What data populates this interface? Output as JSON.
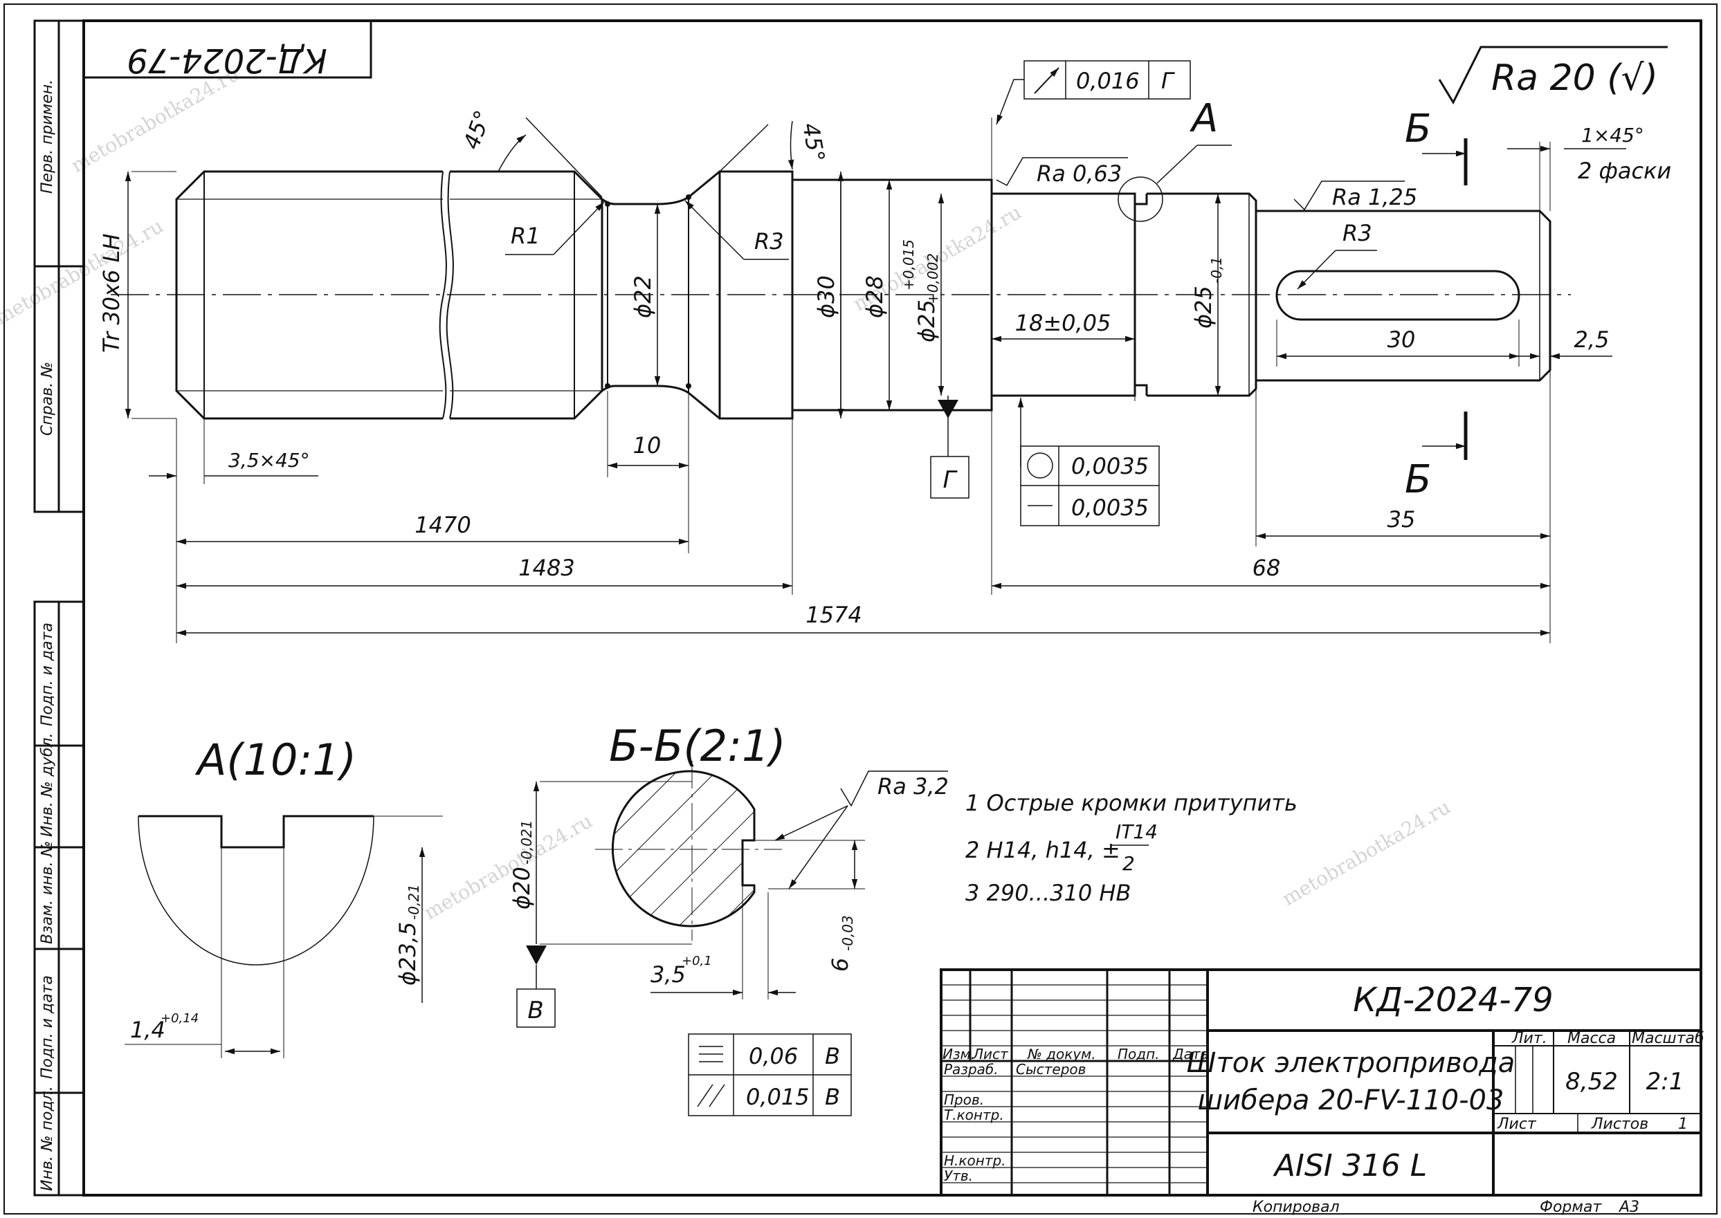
{
  "drawing": {
    "code": "КД-2024-79",
    "code_rotated": "КД-2024-79",
    "roughness_general": "Ra 20 (√)",
    "watermark": "metobrabotka24.ru"
  },
  "side_labels": [
    "Перв. примен.",
    "Справ. №",
    "Подп. и дата",
    "Инв. № дубл.",
    "Взам. инв. №",
    "Подп. и дата",
    "Инв. № подл."
  ],
  "main_view": {
    "thread": "Tr 30x6 LH",
    "angle_left": "45°",
    "angle_right": "45°",
    "radius_r1": "R1",
    "radius_r3": "R3",
    "radius_slot": "R3",
    "d22": "ϕ22",
    "d30": "ϕ30",
    "d28": "ϕ28",
    "d25_main": "ϕ25",
    "d25_main_tol_upper": "+0,015",
    "d25_main_tol_lower": "+0,002",
    "d25_groove": "ϕ25",
    "d25_groove_tol": "-0,1",
    "dim_18": "18±0,05",
    "dim_10": "10",
    "dim_1470": "1470",
    "dim_1483": "1483",
    "dim_1574": "1574",
    "dim_68": "68",
    "dim_35": "35",
    "dim_30": "30",
    "dim_2_5": "2,5",
    "chamfer_left": "3,5×45°",
    "chamfer_right": "1×45°",
    "chamfer_right_note": "2 фаски",
    "ra_063": "Ra 0,63",
    "ra_125": "Ra 1,25",
    "runout_value": "0,016",
    "runout_datum": "Г",
    "datum_g": "Г",
    "roundness_value": "0,0035",
    "straightness_value": "0,0035",
    "detail_a_label": "А",
    "section_b_label": "Б"
  },
  "detail_a": {
    "title": "А(10:1)",
    "diameter": "ϕ23,5",
    "diameter_tol": "-0,21",
    "width": "1,4",
    "width_tol": "+0,14"
  },
  "section_bb": {
    "title": "Б-Б(2:1)",
    "diameter": "ϕ20",
    "diameter_tol": "-0,021",
    "ra": "Ra 3,2",
    "key_width": "3,5",
    "key_width_tol": "+0,1",
    "depth": "6",
    "depth_tol": "-0,03",
    "datum": "В",
    "symmetry_value": "0,06",
    "symmetry_datum": "В",
    "parallel_value": "0,015",
    "parallel_datum": "В"
  },
  "notes": [
    "1 Острые кромки притупить",
    "2 H14, h14, ±",
    "IT14",
    "2",
    "3 290...310 HB"
  ],
  "title_block": {
    "designation": "КД-2024-79",
    "name_line1": "Шток электропривода",
    "name_line2": "шибера 20-FV-110-03",
    "material": "AISI 316 L",
    "col_izm": "Изм.",
    "col_list": "Лист",
    "col_doc": "№ докум.",
    "col_sign": "Подп.",
    "col_date": "Дата",
    "razrab": "Разраб.",
    "razrab_name": "Сыстеров",
    "prov": "Пров.",
    "tkontr": "Т.контр.",
    "nkontr": "Н.контр.",
    "utv": "Утв.",
    "lit": "Лит.",
    "massa": "Масса",
    "masshtab": "Масштаб",
    "mass_value": "8,52",
    "scale_value": "2:1",
    "sheet": "Лист",
    "sheets": "Листов",
    "sheets_value": "1",
    "copied": "Копировал",
    "format": "Формат",
    "format_value": "А3"
  }
}
